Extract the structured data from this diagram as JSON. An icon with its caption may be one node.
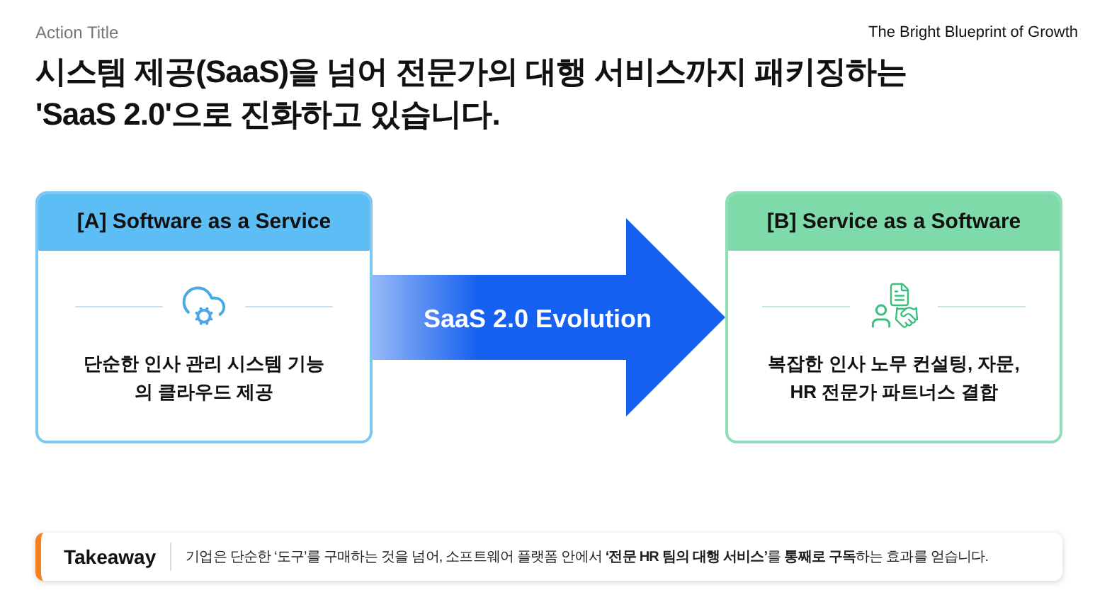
{
  "diagram": {
    "title": "시스템 제공(SaaS)을 넘어 전문가의 대행 서비스까지 패키징하는 'SaaS 2.0'으로 진화하고 있습니다.",
    "nodes": [
      {
        "text": [
          "[A] Software as a Service",
          "단순한 인사 관리 시스템 기능의 클라우드 제공"
        ]
      },
      {
        "text": [
          "[B] Service as a Software",
          "복잡한 인사 노무 컨설팅, 자문, HR 전문가 파트너스 결합"
        ]
      },
      {
        "text": [
          "Takeaway",
          "기업은 단순한 ‘도구’를 구매하는 것을 넘어, 소프트웨어 플랫폼 안에서 **‘전문 HR 팀의 대행 서비스’**를 **통째로 구독**하는 효과를 얻습니다."
        ]
      }
    ],
    "edges": [
      {
        "from": 0,
        "to": 1,
        "arrow": "to",
        "label": "SaaS 2.0 Evolution",
        "style": "thick",
        "color": "#1560f0"
      }
    ],
    "labels": [
      "Action Title",
      "The Bright Blueprint of Growth"
    ]
  }
}
